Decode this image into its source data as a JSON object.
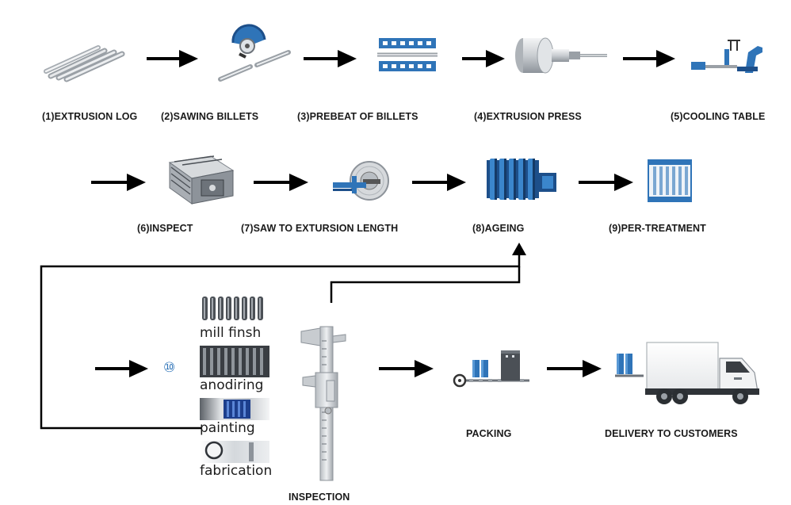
{
  "steps": {
    "s1": "(1)EXTRUSION LOG",
    "s2": "(2)SAWING BILLETS",
    "s3": "(3)PREBEAT OF BILLETS",
    "s4": "(4)EXTRUSION PRESS",
    "s5": "(5)COOLING TABLE",
    "s6": "(6)INSPECT",
    "s7": "(7)SAW TO EXTURSION LENGTH",
    "s8": "(8)AGEING",
    "s9": "(9)PER-TREATMENT"
  },
  "step10_marker": "⑩",
  "finishes": [
    "mill finsh",
    "anodiring",
    "painting",
    "fabrication"
  ],
  "final": {
    "inspection": "INSPECTION",
    "packing": "PACKING",
    "delivery": "DELIVERY TO CUSTOMERS"
  },
  "colors": {
    "blue": "#2f74b8",
    "dark_blue": "#1d4f8a",
    "arrow": "#000000"
  }
}
